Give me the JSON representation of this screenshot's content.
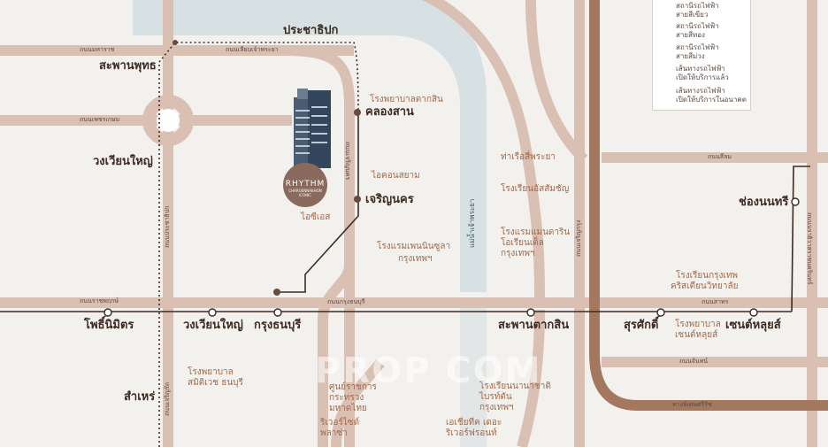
{
  "stations": {
    "pracha_thipok": "ประชาธิปก",
    "saphan_phut": "สะพานพุทธ",
    "wongwian_yai_top": "วงเวียนใหญ่",
    "khlong_san": "คลองสาน",
    "charoen_nakhon": "เจริญนคร",
    "pho_nimit": "โพธิ์นิมิตร",
    "wongwian_yai": "วงเวียนใหญ่",
    "krung_thon_buri": "กรุงธนบุรี",
    "saphan_taksin": "สะพานตากสิน",
    "surasak": "สุรศักดิ์",
    "saint_louis": "เซนต์หลุยส์",
    "chong_nonsi": "ช่องนนทรี",
    "samre": "สำเหร่"
  },
  "pois": {
    "taksin_hospital": "โรงพยาบาลตากสิน",
    "iconsiam": "ไอคอนสยาม",
    "ics": "ไอซีเอส",
    "si_phraya_pier": "ท่าเรือสี่พระยา",
    "assumption_college": "โรงเรียนอัสสัมชัญ",
    "peninsula": "โรงแรมเพนนินซูลา",
    "peninsula_2": "กรุงเทพฯ",
    "mandarin": "โรงแรมแมนดาริน",
    "mandarin_2": "โอเรียนเต็ล",
    "mandarin_3": "กรุงเทพฯ",
    "bangkok_christian": "โรงเรียนกรุงเทพ",
    "bangkok_christian_2": "คริสเตียนวิทยาลัย",
    "saint_louis_hospital": "โรงพยาบาล",
    "saint_louis_hospital_2": "เซนต์หลุยส์",
    "samitivej_hospital": "โรงพยาบาล",
    "samitivej_hospital_2": "สมิติเวช ธนบุรี",
    "gov_center": "ศูนย์ราชการ",
    "gov_center_2": "กระทรวง",
    "gov_center_3": "มหาดไทย",
    "riverside": "ริเวอร์ไซด์",
    "riverside_2": "พลาซ่า",
    "intl_school": "โรงเรียนนานาชาติ",
    "intl_school_2": "ไบรท์ตัน",
    "intl_school_3": "กรุงเทพฯ",
    "asiatique": "เอเชียทีค เดอะ",
    "asiatique_2": "ริเวอร์ฟรอนท์"
  },
  "roads": {
    "maharat": "ถนนมหาราช",
    "chakphet": "ถนนเลียบเจ้าพระยา",
    "phet_kasem": "ถนนเพชรเกษม",
    "silom": "ถนนสีลม",
    "ratchaphruek": "ถนนราชพฤกษ์",
    "krung_thonburi": "ถนนกรุงธนบุรี",
    "sathorn": "ถนนสาทร",
    "chan": "ถนนจันทน์",
    "chao_praya_river": "แม่น้ำเจ้าพระยา",
    "prachathipok_v": "ถนนประชาธิปก",
    "charoen_v": "ถนนเจริญนคร",
    "charoenkrung_v": "ถนนเจริญกรุง",
    "narathiwat_v": "ถนนนราธิวาสราชนครินทร์",
    "lat_ya_v": "ถนนเจริญรัถ",
    "expressway": "ทางพิเศษศรีรัช"
  },
  "legend": {
    "green_line_1": "สถานีรถไฟฟ้า",
    "green_line_2": "สายสีเขียว",
    "gold_line_1": "สถานีรถไฟฟ้า",
    "gold_line_2": "สายสีทอง",
    "purple_line_1": "สถานีรถไฟฟ้า",
    "purple_line_2": "สายสีม่วง",
    "open_1": "เส้นทางรถไฟฟ้า",
    "open_2": "เปิดให้บริการแล้ว",
    "future_1": "เส้นทางรถไฟฟ้า",
    "future_2": "เปิดให้บริการในอนาคต"
  },
  "project": {
    "name": "RHYTHM",
    "subtitle": "CHAROENNAKHON ICONIC"
  },
  "watermark": "PROP COM",
  "colors": {
    "road": "#d9c0b3",
    "river": "#d7e0e2",
    "line": "#3d2a22",
    "brown_road": "#a4785f"
  }
}
